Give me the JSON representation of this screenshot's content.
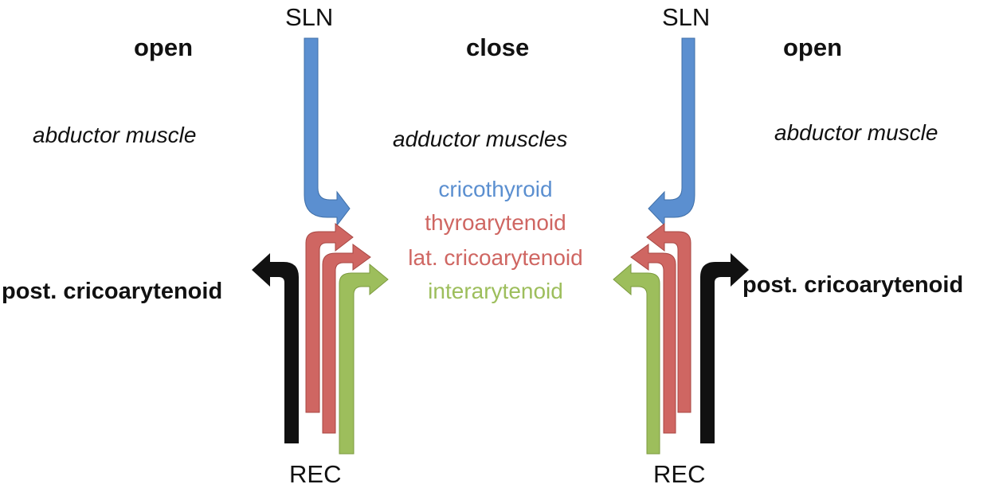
{
  "nerves": {
    "superior": "SLN",
    "recurrent": "REC"
  },
  "states": {
    "left": "open",
    "center": "close",
    "right": "open"
  },
  "groups": {
    "left": "abductor muscle",
    "center": "adductor muscles",
    "right": "abductor muscle"
  },
  "adductors": [
    {
      "name": "cricothyroid",
      "color": "#5b8fd0"
    },
    {
      "name": "thyroarytenoid",
      "color": "#cf6662"
    },
    {
      "name": "lat. cricoarytenoid",
      "color": "#cf6662"
    },
    {
      "name": "interarytenoid",
      "color": "#9dbe5c"
    }
  ],
  "abductor": {
    "name": "post. cricoarytenoid",
    "color": "#111111"
  },
  "colors": {
    "sln": "#5b8fd0",
    "tyro": "#cf6662",
    "inter": "#9dbe5c",
    "post": "#111111"
  }
}
